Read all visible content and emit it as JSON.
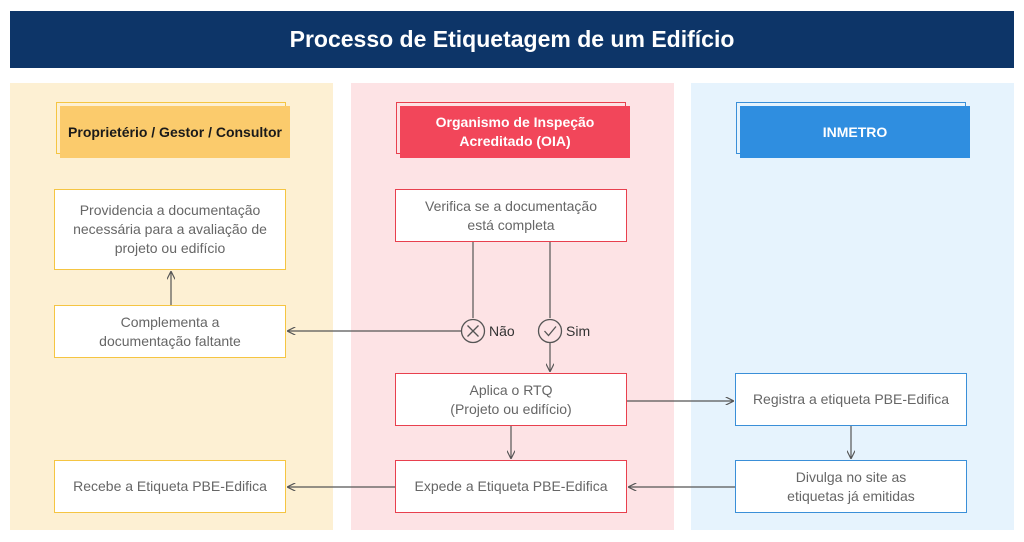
{
  "title": "Processo de Etiquetagem de um Edifício",
  "lanes": [
    {
      "header": "Proprietério / Gestor / Consultor",
      "color": "#f5c542",
      "fill": "#fbcb6c",
      "text_color": "#1a1a1a"
    },
    {
      "header_line1": "Organismo de Inspeção",
      "header_line2": "Acreditado (OIA)",
      "color": "#e8404e",
      "fill": "#f2465a",
      "text_color": "#ffffff"
    },
    {
      "header": "INMETRO",
      "color": "#3a8fd8",
      "fill": "#2f8ee0",
      "text_color": "#ffffff"
    }
  ],
  "boxes": {
    "providencia": [
      "Providencia a documentação",
      "necessária para a avaliação de",
      "projeto ou edifício"
    ],
    "complementa": [
      "Complementa a",
      "documentação faltante"
    ],
    "recebe": [
      "Recebe a Etiqueta PBE-Edifica"
    ],
    "verifica": [
      "Verifica se a documentação",
      "está completa"
    ],
    "aplica": [
      "Aplica o RTQ",
      "(Projeto ou edifício)"
    ],
    "expede": [
      "Expede a Etiqueta PBE-Edifica"
    ],
    "registra": [
      "Registra a etiqueta PBE-Edifica"
    ],
    "divulga": [
      "Divulga no site as",
      "etiquetas já emitidas"
    ]
  },
  "decisions": {
    "no": {
      "label": "Não",
      "icon": "x-circle-icon"
    },
    "yes": {
      "label": "Sim",
      "icon": "check-circle-icon"
    }
  }
}
